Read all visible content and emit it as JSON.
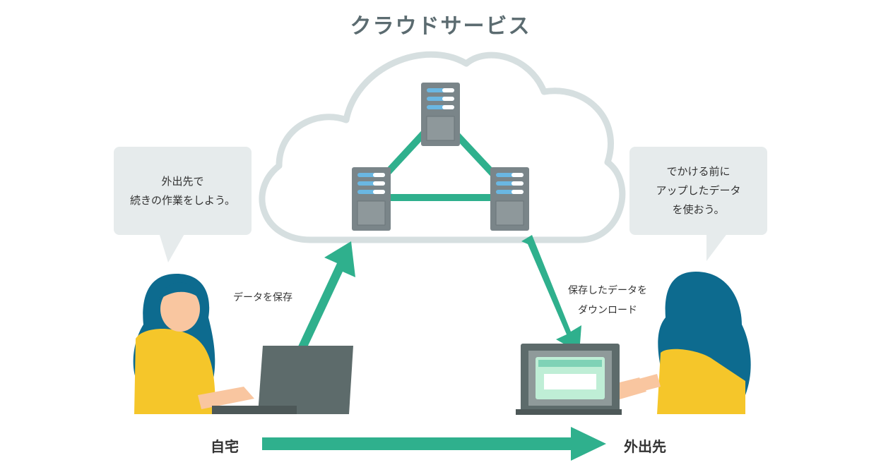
{
  "title": "クラウドサービス",
  "bubble_home": {
    "lines": [
      "外出先で",
      "続きの作業をしよう。"
    ]
  },
  "bubble_away": {
    "lines": [
      "でかける前に",
      "アップしたデータ",
      "を使おう。"
    ]
  },
  "upload_label": "データを保存",
  "download_label": [
    "保存したデータを",
    "ダウンロード"
  ],
  "place_home": "自宅",
  "place_away": "外出先",
  "colors": {
    "accent": "#2fb08d",
    "cloud": "#d6dfe0",
    "bubble": "#e6ebec",
    "server": "#7a8589",
    "yellow": "#f5c62a",
    "hair": "#0d6b8f",
    "laptop": "#5d6b6b"
  },
  "icons": [
    "cloud-icon",
    "server-icon",
    "server-icon",
    "server-icon",
    "laptop-icon",
    "laptop-icon",
    "person-icon",
    "person-icon"
  ]
}
